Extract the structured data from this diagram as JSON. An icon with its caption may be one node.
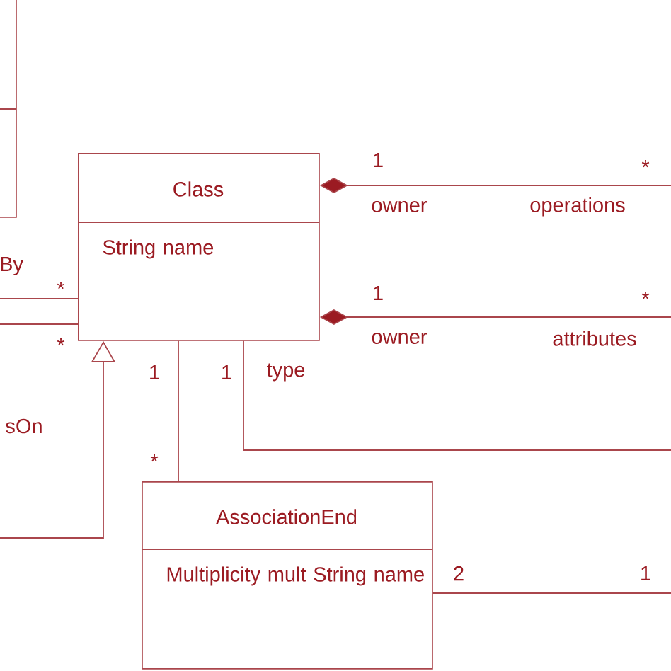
{
  "diagram": {
    "nodes": [
      {
        "text": [],
        "shape": "box"
      },
      {
        "text": [
          "Class",
          "String name"
        ]
      },
      {
        "text": [
          "AssociationEnd",
          "Multiplicity mult String name"
        ]
      }
    ],
    "edges": [
      {
        "from": 1,
        "to": null,
        "arrow": "other"
      },
      {
        "from": 1,
        "to": null,
        "arrow": "other"
      },
      {
        "from": 1,
        "to": null,
        "arrow": "none"
      },
      {
        "from": 1,
        "to": 2,
        "arrow": "none"
      },
      {
        "from": 2,
        "to": null,
        "arrow": "none"
      },
      {
        "from": null,
        "to": 1,
        "arrow": "to"
      },
      {
        "from": null,
        "to": 1,
        "arrow": "none"
      },
      {
        "from": null,
        "to": 1,
        "arrow": "none"
      }
    ],
    "labels": [
      "1",
      "*",
      "owner",
      "operations",
      "By",
      "*",
      "1",
      "*",
      "owner",
      "attributes",
      "*",
      "1",
      "1",
      "type",
      "sOn",
      "*",
      "2",
      "1"
    ]
  }
}
